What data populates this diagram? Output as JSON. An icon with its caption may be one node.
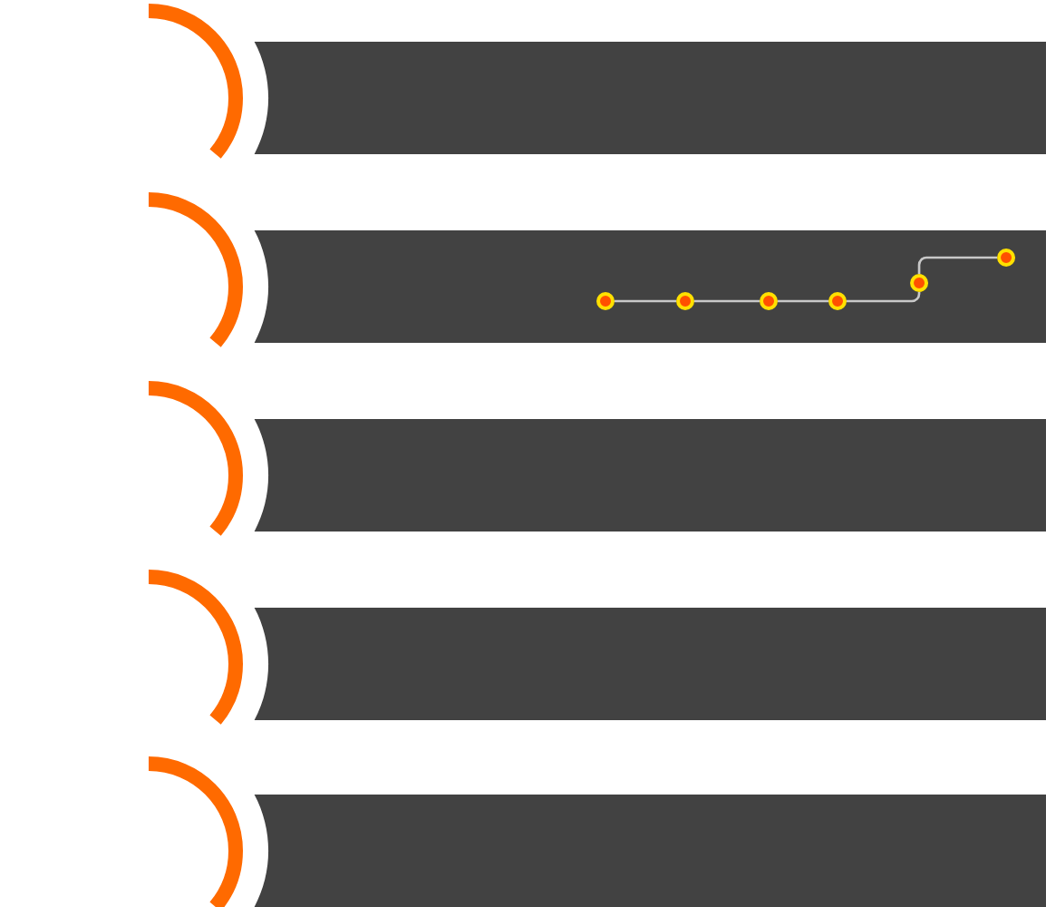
{
  "diagram": {
    "nodes": [
      {
        "text": [],
        "shape": "bar"
      },
      {
        "text": [],
        "shape": "bar"
      },
      {
        "text": [],
        "shape": "bar"
      },
      {
        "text": [],
        "shape": "bar"
      },
      {
        "text": [],
        "shape": "bar"
      },
      {
        "text": [],
        "shape": "circle",
        "in": 1
      },
      {
        "text": [],
        "shape": "circle",
        "in": 1
      },
      {
        "text": [],
        "shape": "circle",
        "in": 1
      },
      {
        "text": [],
        "shape": "circle",
        "in": 1
      },
      {
        "text": [],
        "shape": "circle",
        "in": 1
      },
      {
        "text": [],
        "shape": "circle",
        "in": 1
      }
    ],
    "edges": [
      {
        "from": 5,
        "to": 6,
        "arrow": "none"
      },
      {
        "from": 6,
        "to": 7,
        "arrow": "none"
      },
      {
        "from": 7,
        "to": 8,
        "arrow": "none"
      },
      {
        "from": 8,
        "to": 9,
        "arrow": "none"
      },
      {
        "from": 9,
        "to": 10,
        "arrow": "none"
      }
    ]
  }
}
